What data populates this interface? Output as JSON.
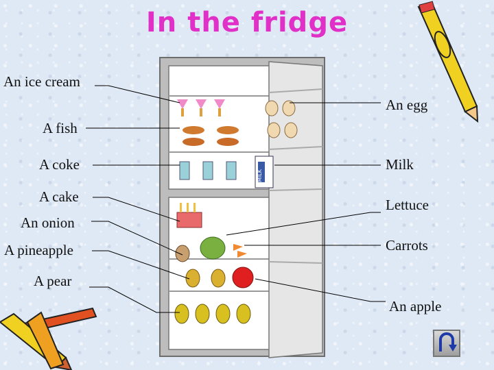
{
  "title": "In the fridge",
  "labels": {
    "ice_cream": "An ice cream",
    "fish": "A fish",
    "coke": "A coke",
    "cake": "A cake",
    "onion": "An onion",
    "pineapple": "A pineapple",
    "pear": "A pear",
    "egg": "An egg",
    "milk": "Milk",
    "lettuce": "Lettuce",
    "carrots": "Carrots",
    "apple": "An apple"
  },
  "milk_carton_text": "MILK",
  "icons": {
    "pencil_top_right": "pencil-icon",
    "pencils_bottom_left": "pencils-icon",
    "return_button": "return-arrow-icon"
  },
  "colors": {
    "title": "#e030c8",
    "fridge": "#b9b9b9",
    "background": "#dfe9f5"
  }
}
